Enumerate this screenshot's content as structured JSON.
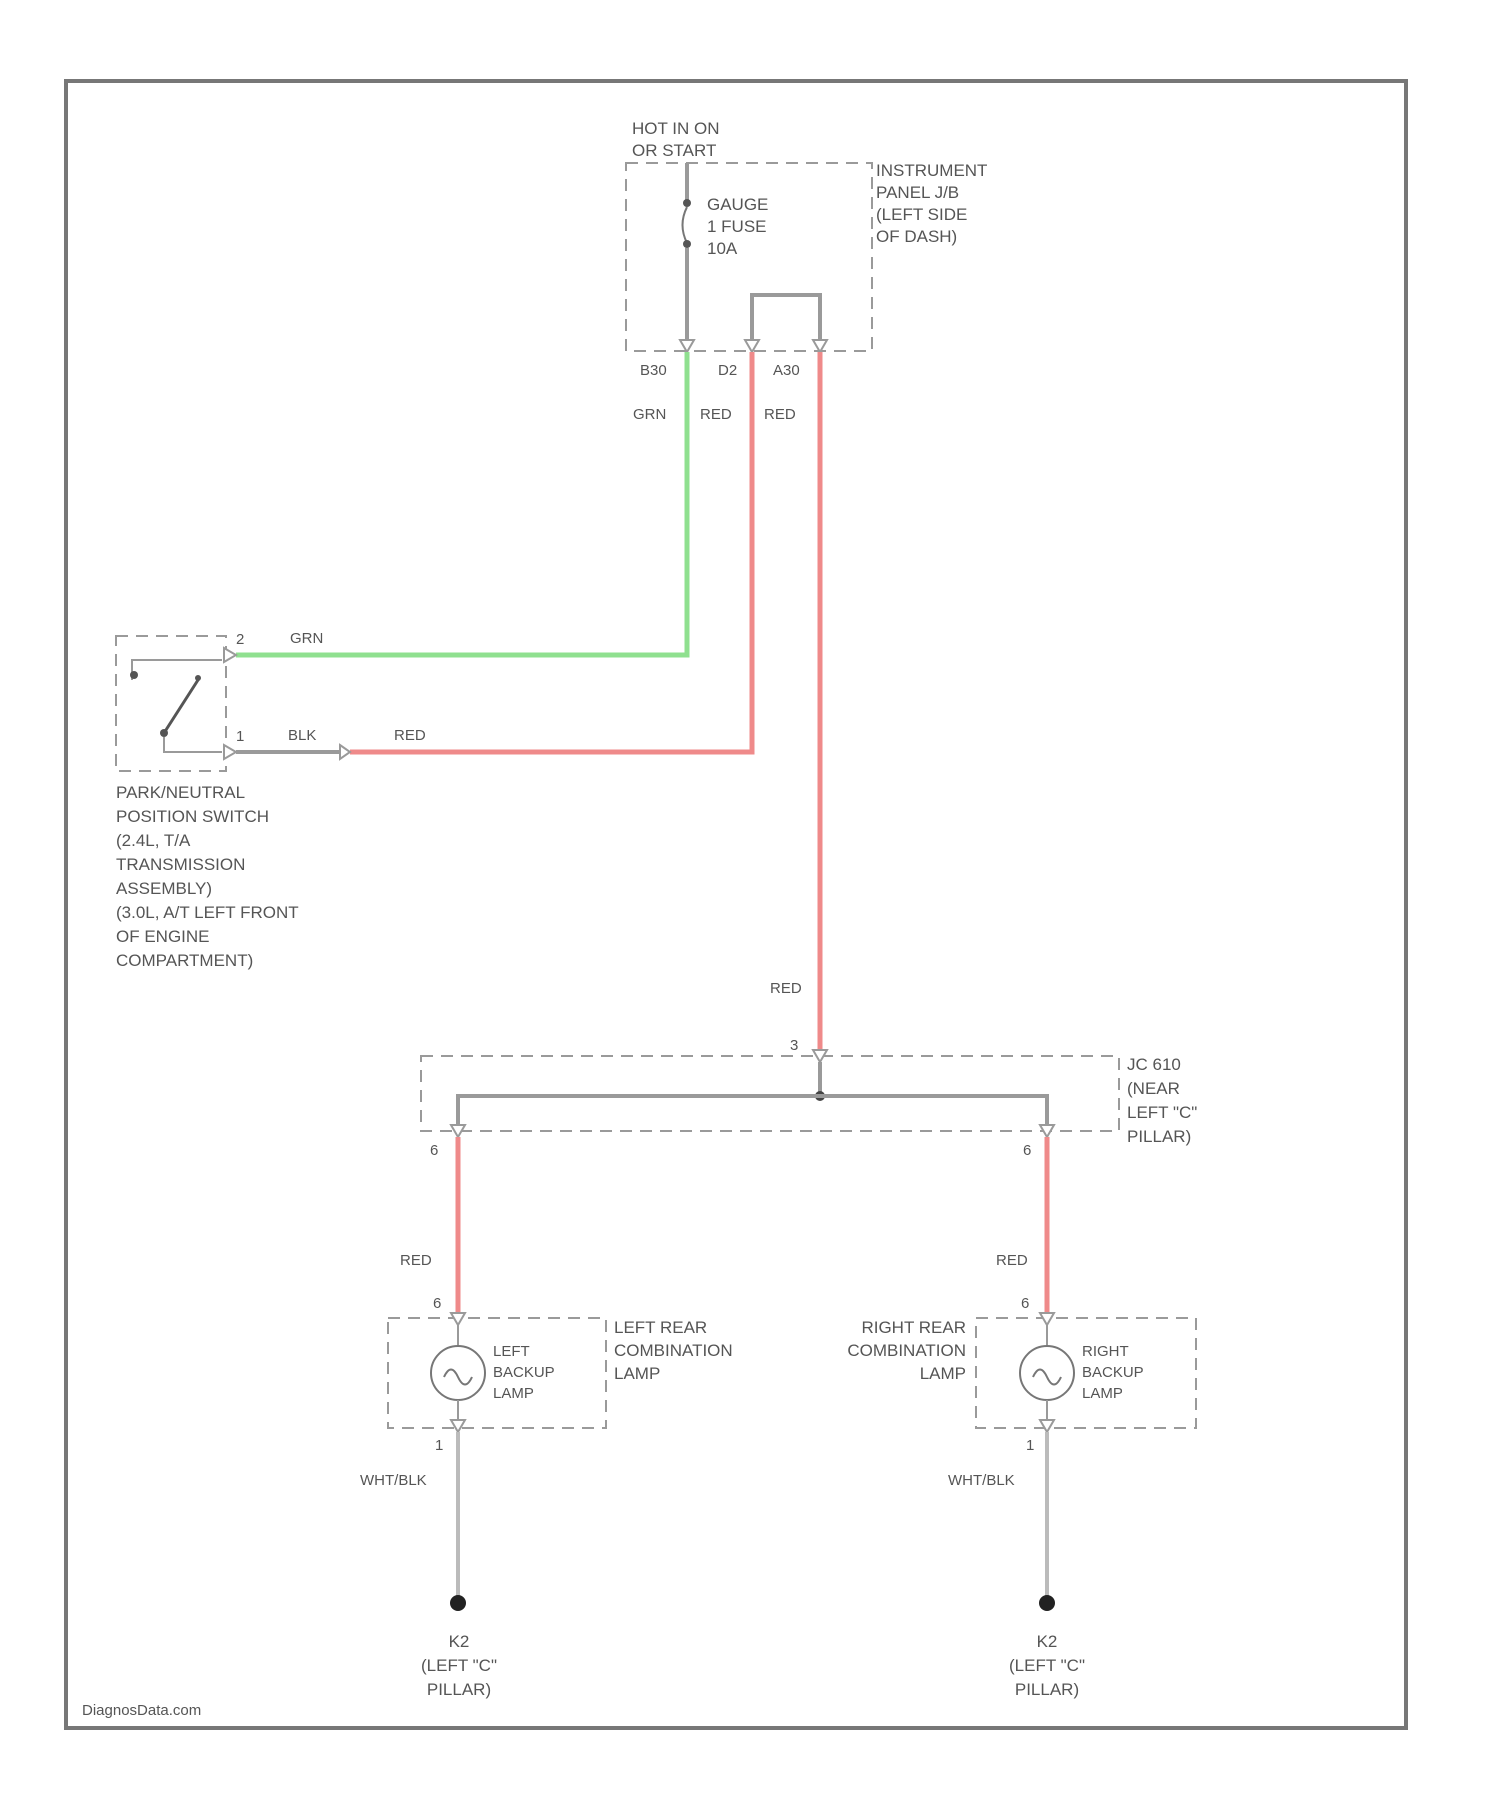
{
  "diagram": {
    "watermark": "DiagnosData.com",
    "power_source": {
      "condition": [
        "HOT IN ON",
        "OR START"
      ],
      "fuse": [
        "GAUGE",
        "1 FUSE",
        "10A"
      ],
      "location": [
        "INSTRUMENT",
        "PANEL J/B",
        "(LEFT SIDE",
        "OF DASH)"
      ],
      "terminals": [
        "B30",
        "D2",
        "A30"
      ]
    },
    "wire_colors": {
      "grn_top": "GRN",
      "red_mid": "RED",
      "red_right": "RED",
      "grn_switch": "GRN",
      "blk_switch": "BLK",
      "red_switch": "RED",
      "red_down": "RED",
      "red_left_lamp": "RED",
      "red_right_lamp": "RED",
      "wht_left": "WHT/BLK",
      "wht_right": "WHT/BLK"
    },
    "switch": {
      "pin_top": "2",
      "pin_bottom": "1",
      "label": [
        "PARK/NEUTRAL",
        "POSITION SWITCH",
        "(2.4L, T/A",
        "TRANSMISSION",
        "ASSEMBLY)",
        "(3.0L, A/T LEFT FRONT",
        "OF ENGINE",
        "COMPARTMENT)"
      ]
    },
    "splice": {
      "label": [
        "JC 610",
        "(NEAR",
        "LEFT \"C\"",
        "PILLAR)"
      ],
      "pin_in": "3",
      "pin_left": "6",
      "pin_right": "6"
    },
    "left_lamp": {
      "assembly": [
        "LEFT REAR",
        "COMBINATION",
        "LAMP"
      ],
      "bulb": [
        "LEFT",
        "BACKUP",
        "LAMP"
      ],
      "pin_top": "6",
      "pin_bottom": "1"
    },
    "right_lamp": {
      "assembly": [
        "RIGHT REAR",
        "COMBINATION",
        "LAMP"
      ],
      "bulb": [
        "RIGHT",
        "BACKUP",
        "LAMP"
      ],
      "pin_top": "6",
      "pin_bottom": "1"
    },
    "ground_left": [
      "K2",
      "(LEFT \"C\"",
      "PILLAR)"
    ],
    "ground_right": [
      "K2",
      "(LEFT \"C\"",
      "PILLAR)"
    ],
    "colors": {
      "green_wire": "#8fe08f",
      "red_wire": "#ef8a8a",
      "gray_wire": "#9a9a9a"
    }
  }
}
